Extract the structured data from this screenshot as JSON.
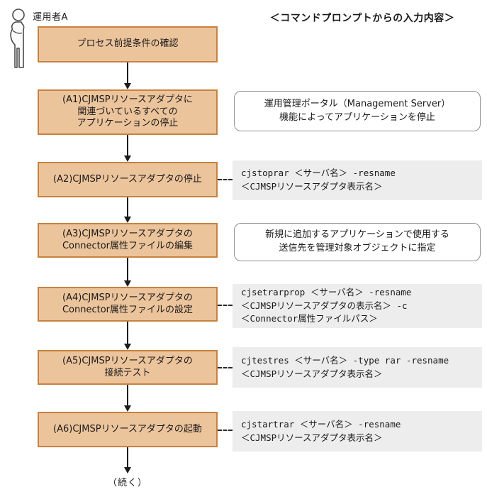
{
  "header": {
    "title": "＜コマンドプロンプトからの入力内容＞"
  },
  "actor": {
    "label": "運用者A",
    "icon": "person-icon"
  },
  "flow": {
    "steps": [
      {
        "id": "precondition",
        "text": "プロセス前提条件の確認"
      },
      {
        "id": "A1",
        "text": "(A1)CJMSPリソースアダプタに\n関連づいているすべての\nアプリケーションの停止"
      },
      {
        "id": "A2",
        "text": "(A2)CJMSPリソースアダプタの停止"
      },
      {
        "id": "A3",
        "text": "(A3)CJMSPリソースアダプタの\nConnector属性ファイルの編集"
      },
      {
        "id": "A4",
        "text": "(A4)CJMSPリソースアダプタの\nConnector属性ファイルの設定"
      },
      {
        "id": "A5",
        "text": "(A5)CJMSPリソースアダプタの\n接続テスト"
      },
      {
        "id": "A6",
        "text": "(A6)CJMSPリソースアダプタの起動"
      }
    ],
    "continuation_label": "（続く）"
  },
  "notes": [
    {
      "type": "callout",
      "for": "A1",
      "text": "運用管理ポータル（Management Server）\n機能によってアプリケーションを停止"
    },
    {
      "type": "command",
      "for": "A2",
      "text": "cjstoprar ＜サーバ名＞ -resname\n＜CJMSPリソースアダプタ表示名＞"
    },
    {
      "type": "callout",
      "for": "A3",
      "text": "新規に追加するアプリケーションで使用する\n送信先を管理対象オブジェクトに指定"
    },
    {
      "type": "command",
      "for": "A4",
      "text": "cjsetrarprop ＜サーバ名＞ -resname\n＜CJMSPリソースアダプタの表示名＞ -c\n＜Connector属性ファイルパス＞"
    },
    {
      "type": "command",
      "for": "A5",
      "text": "cjtestres ＜サーバ名＞ -type rar -resname\n＜CJMSPリソースアダプタ表示名＞"
    },
    {
      "type": "command",
      "for": "A6",
      "text": "cjstartrar ＜サーバ名＞ -resname\n＜CJMSPリソースアダプタ表示名＞"
    }
  ],
  "colors": {
    "step_fill": "#ecc49c",
    "step_border": "#c8813f",
    "command_fill": "#ededed",
    "callout_border": "#8f8f8f"
  }
}
